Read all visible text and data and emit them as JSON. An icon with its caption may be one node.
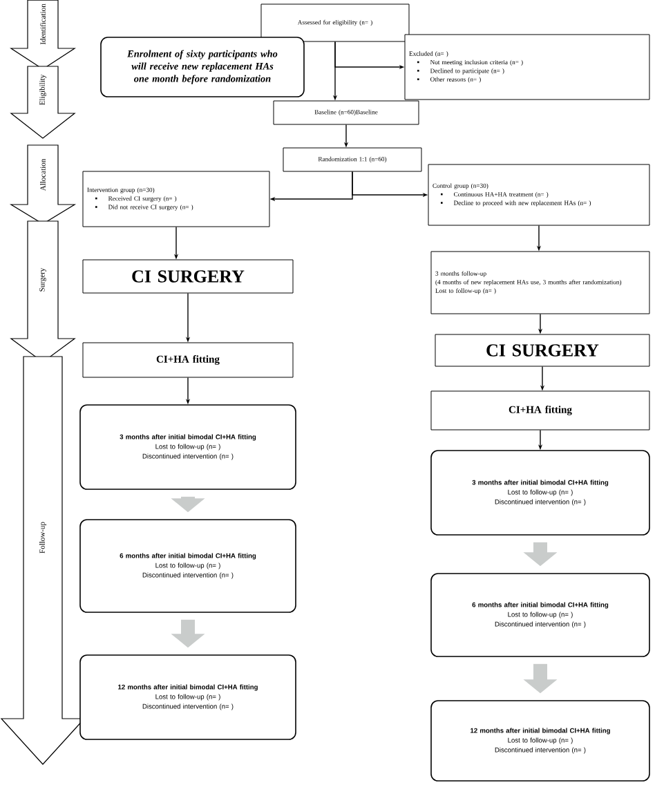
{
  "diagram": {
    "nodes": [
      {
        "text": [
          "Identification"
        ]
      },
      {
        "text": [
          "Eligibility"
        ]
      },
      {
        "text": [
          "Allocation"
        ]
      },
      {
        "text": [
          "Surgery"
        ]
      },
      {
        "text": [
          "Follow-up"
        ]
      },
      {
        "text": [
          "Assessed for eligibility (n= )"
        ]
      },
      {
        "text": [
          "Enrolment of sixty participants who will receive new replacement HAs one month before randomization"
        ]
      },
      {
        "text": [
          "Excluded (n= )",
          "Not meeting inclusion criteria (n= )",
          "Declined to participate (n= )",
          "Other reasons (n= )"
        ]
      },
      {
        "text": [
          "Baseline (n=60)Baseline"
        ]
      },
      {
        "text": [
          "Randomization 1:1 (n=60)"
        ]
      },
      {
        "text": [
          "Intervention group (n=30)",
          "Received CI surgery (n= )",
          "Did not receive CI surgery (n= )"
        ]
      },
      {
        "text": [
          "Control group (n=30)",
          "Continuous HA+HA treatment (n= )",
          "Decline to proceed with new replacement HAs (n= )"
        ]
      },
      {
        "text": [
          "CI SURGERY"
        ]
      },
      {
        "text": [
          "3 months follow-up",
          "(4 months of new replacement HAs use, 3 months after randomization)",
          "Lost to follow-up (n= )"
        ]
      },
      {
        "text": [
          "CI+HA fitting"
        ]
      },
      {
        "text": [
          "CI SURGERY"
        ]
      },
      {
        "text": [
          "CI+HA fitting"
        ]
      },
      {
        "text": [
          "3 months after initial bimodal CI+HA fitting",
          "Lost to follow-up (n= )",
          "Discontinued intervention (n= )"
        ]
      },
      {
        "text": [
          "3 months after initial bimodal CI+HA fitting",
          "Lost to follow-up (n= )",
          "Discontinued intervention (n= )"
        ]
      },
      {
        "text": [
          "6 months after initial bimodal CI+HA fitting",
          "Lost to follow-up (n= )",
          "Discontinued intervention (n= )"
        ]
      },
      {
        "text": [
          "6 months after initial bimodal CI+HA fitting",
          "Lost to follow-up (n= )",
          "Discontinued intervention (n= )"
        ]
      },
      {
        "text": [
          "12 months after initial bimodal CI+HA fitting",
          "Lost to follow-up (n= )",
          "Discontinued intervention (n= )"
        ]
      },
      {
        "text": [
          "12 months after initial bimodal CI+HA fitting",
          "Lost to follow-up (n= )",
          "Discontinued intervention (n= )"
        ]
      }
    ],
    "edges": [
      {
        "from": 5,
        "to": 8,
        "arrow": "to"
      },
      {
        "from": 5,
        "to": 7,
        "arrow": "to"
      },
      {
        "from": 8,
        "to": 9,
        "arrow": "to"
      },
      {
        "from": 9,
        "to": 10,
        "arrow": "to"
      },
      {
        "from": 9,
        "to": 11,
        "arrow": "to"
      },
      {
        "from": 10,
        "to": 12,
        "arrow": "to"
      },
      {
        "from": 12,
        "to": 14,
        "arrow": "to"
      },
      {
        "from": 14,
        "to": 17,
        "arrow": "to"
      },
      {
        "from": 17,
        "to": 19,
        "arrow": "to",
        "style": "thick",
        "color": "#c9cccb"
      },
      {
        "from": 19,
        "to": 21,
        "arrow": "to",
        "style": "thick",
        "color": "#c9cccb"
      },
      {
        "from": 11,
        "to": 13,
        "arrow": "to"
      },
      {
        "from": 13,
        "to": 15,
        "arrow": "to"
      },
      {
        "from": 15,
        "to": 16,
        "arrow": "to"
      },
      {
        "from": 16,
        "to": 18,
        "arrow": "to"
      },
      {
        "from": 18,
        "to": 20,
        "arrow": "to",
        "style": "thick",
        "color": "#c9cccb"
      },
      {
        "from": 20,
        "to": 22,
        "arrow": "to",
        "style": "thick",
        "color": "#c9cccb"
      }
    ]
  }
}
